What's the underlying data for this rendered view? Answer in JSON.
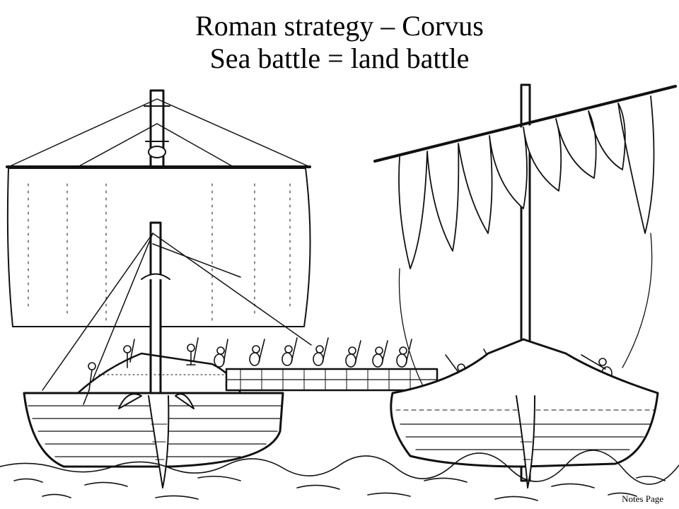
{
  "slide": {
    "title_line1": "Roman strategy – Corvus",
    "title_line2": "Sea battle = land battle",
    "notes_link": "Notes Page"
  },
  "illustration": {
    "subject": "two-ships-boarding-bridge",
    "colors": {
      "ink": "#111111",
      "paper": "#ffffff",
      "shade": "#cccccc"
    }
  }
}
